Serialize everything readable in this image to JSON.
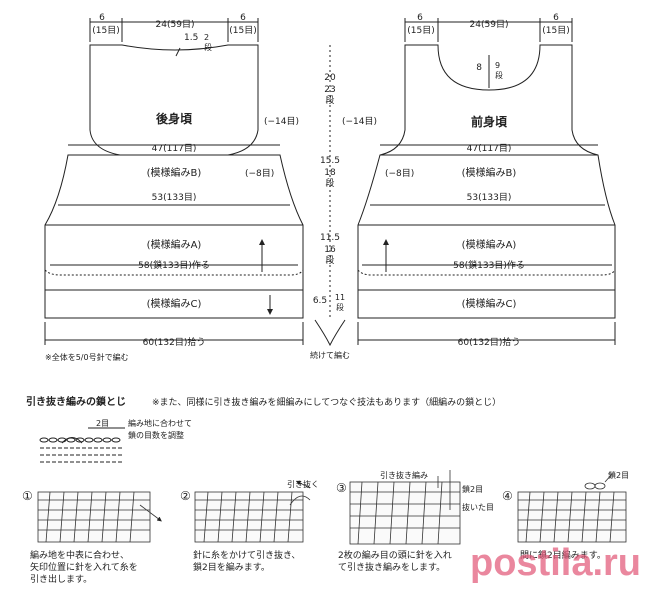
{
  "back": {
    "title": "後身頃",
    "top_left": "6",
    "top_left_sub": "(15目)",
    "top_mid": "24(59目)",
    "top_right": "6",
    "top_right_sub": "(15目)",
    "neck_depth": "1.5",
    "neck_rows": "2",
    "neck_rows_unit": "段",
    "side_dec": "(−14目)",
    "width_47": "47(117目)",
    "pattern_b": "(模様編みB)",
    "dec_8": "(−8目)",
    "width_53": "53(133目)",
    "pattern_a": "(模様編みA)",
    "cast_on": "58(鎖133目)作る",
    "pattern_c": "(模様編みC)",
    "pickup": "60(132目)拾う",
    "note": "※全体を5/0号針で編む"
  },
  "front": {
    "title": "前身頃",
    "top_left": "6",
    "top_left_sub": "(15目)",
    "top_mid": "24(59目)",
    "top_right": "6",
    "top_right_sub": "(15目)",
    "neck_depth": "8",
    "neck_rows": "9",
    "neck_rows_unit": "段",
    "side_dec": "(−14目)",
    "width_47": "47(117目)",
    "pattern_b": "(模様編みB)",
    "dec_8": "(−8目)",
    "width_53": "53(133目)",
    "pattern_a": "(模様編みA)",
    "cast_on": "58(鎖133目)作る",
    "pattern_c": "(模様編みC)",
    "pickup": "60(132目)拾う"
  },
  "center": {
    "h1": "20",
    "h1_rows": "23",
    "h2": "15.5",
    "h2_rows": "18",
    "h3": "11.5",
    "h3_rows": "16",
    "h4": "6.5",
    "h4_rows": "11",
    "rows_unit": "段",
    "continue": "続けて編む"
  },
  "tutorial": {
    "title": "引き抜き編みの鎖とじ",
    "subtitle": "※また、同様に引き抜き編みを細編みにしてつなぐ技法もあります（細編みの鎖とじ）",
    "legend_2": "2目",
    "legend_note": "編み地に合わせて",
    "legend_note2": "鎖の目数を調整",
    "steps": [
      {
        "num": "①",
        "text1": "編み地を中表に合わせ、",
        "text2": "矢印位置に針を入れて糸を",
        "text3": "引き出します。"
      },
      {
        "num": "②",
        "label": "引き抜く",
        "text1": "針に糸をかけて引き抜き、",
        "text2": "鎖2目を編みます。"
      },
      {
        "num": "③",
        "label": "引き抜き編み",
        "label2": "鎖2目",
        "label3": "抜いた目",
        "text1": "2枚の編み目の頭に針を入れ",
        "text2": "て引き抜き編みをします。"
      },
      {
        "num": "④",
        "label": "鎖2目",
        "text1": "間に鎖2目編みます。"
      }
    ]
  },
  "watermark": "postila.ru"
}
